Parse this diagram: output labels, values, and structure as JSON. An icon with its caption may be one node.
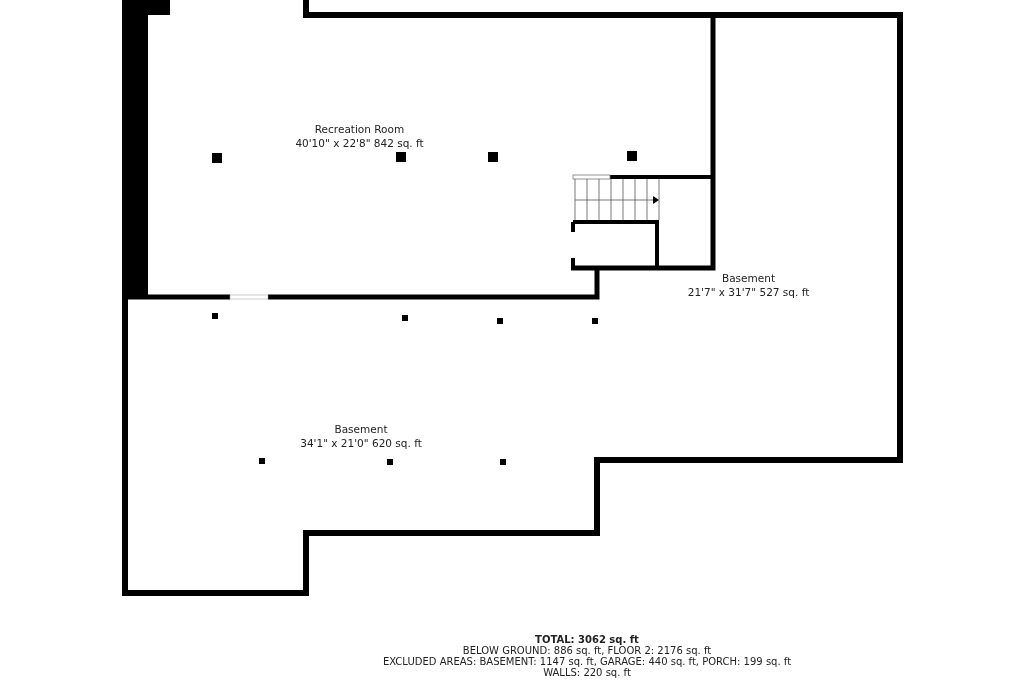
{
  "diagram": {
    "nodes": [
      {
        "text": [
          "Recreation Room",
          "40'10\" x 22'8\" 842 sq. ft"
        ]
      },
      {
        "text": [
          "Basement",
          "21'7\" x 31'7\" 527 sq. ft"
        ]
      },
      {
        "text": [
          "Basement",
          "34'1\" x 21'0\" 620 sq. ft"
        ]
      }
    ],
    "labels": [
      "TOTAL: 3062 sq. ft",
      "BELOW GROUND: 886 sq. ft, FLOOR 2: 2176 sq. ft",
      "EXCLUDED AREAS: BASEMENT: 1147 sq. ft, GARAGE: 440 sq. ft, PORCH: 199 sq. ft",
      "WALLS: 220 sq. ft"
    ]
  }
}
